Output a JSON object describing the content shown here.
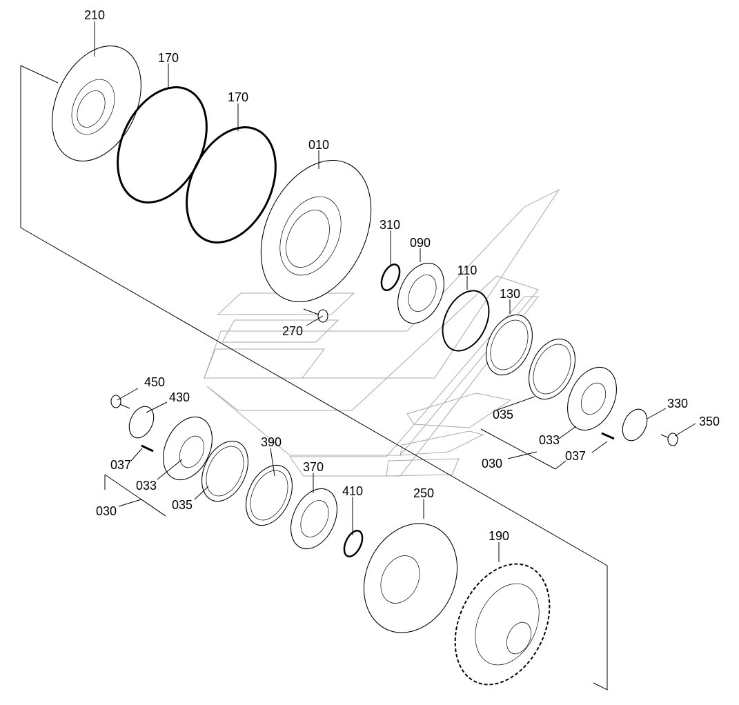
{
  "diagram": {
    "callouts": [
      {
        "id": "210",
        "text": "210"
      },
      {
        "id": "170a",
        "text": "170"
      },
      {
        "id": "170b",
        "text": "170"
      },
      {
        "id": "010",
        "text": "010"
      },
      {
        "id": "310",
        "text": "310"
      },
      {
        "id": "090",
        "text": "090"
      },
      {
        "id": "110",
        "text": "110"
      },
      {
        "id": "130",
        "text": "130"
      },
      {
        "id": "270",
        "text": "270"
      },
      {
        "id": "450",
        "text": "450"
      },
      {
        "id": "430",
        "text": "430"
      },
      {
        "id": "037a",
        "text": "037"
      },
      {
        "id": "033a",
        "text": "033"
      },
      {
        "id": "030a",
        "text": "030"
      },
      {
        "id": "035a",
        "text": "035"
      },
      {
        "id": "390",
        "text": "390"
      },
      {
        "id": "370",
        "text": "370"
      },
      {
        "id": "410",
        "text": "410"
      },
      {
        "id": "250",
        "text": "250"
      },
      {
        "id": "190",
        "text": "190"
      },
      {
        "id": "035b",
        "text": "035"
      },
      {
        "id": "033b",
        "text": "033"
      },
      {
        "id": "037b",
        "text": "037"
      },
      {
        "id": "030b",
        "text": "030"
      },
      {
        "id": "330",
        "text": "330"
      },
      {
        "id": "350",
        "text": "350"
      }
    ]
  }
}
